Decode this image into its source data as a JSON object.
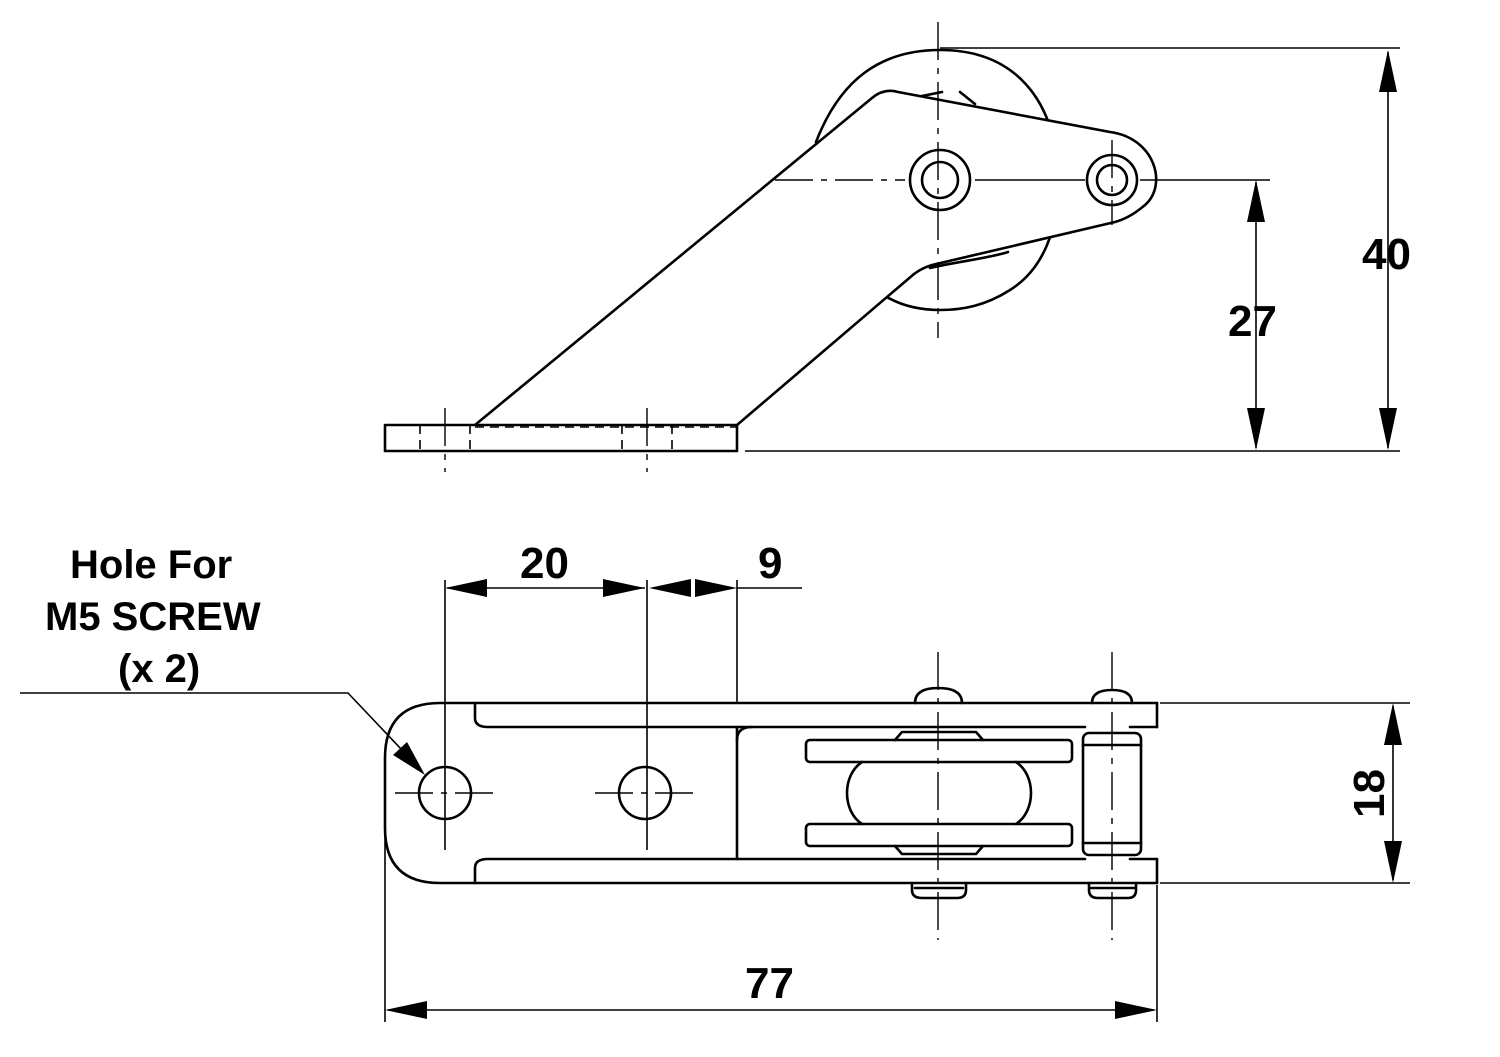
{
  "dimensions": {
    "overall_height": "40",
    "sheave_axis_height": "27",
    "hole_spacing": "20",
    "hole_to_end": "9",
    "width": "18",
    "overall_length": "77"
  },
  "note": {
    "line1": "Hole For",
    "line2": "M5 SCREW",
    "line3": "(x 2)"
  }
}
